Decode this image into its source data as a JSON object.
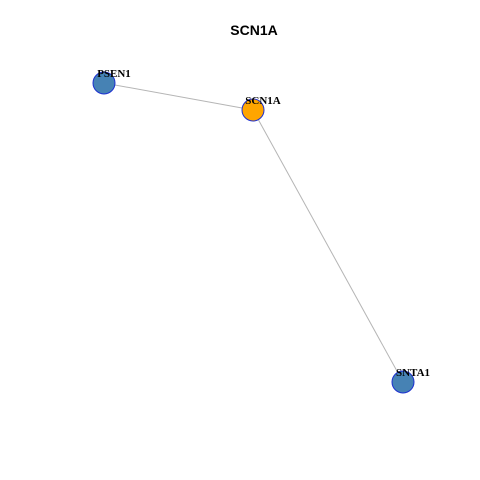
{
  "title": "SCN1A",
  "colors": {
    "focus_node": "#FFA500",
    "neighbor_node": "#4682B4",
    "node_border": "#1C2FD1",
    "edge": "#B5B5B5"
  },
  "nodes": [
    {
      "id": "PSEN1",
      "label": "PSEN1",
      "role": "neighbor"
    },
    {
      "id": "SCN1A",
      "label": "SCN1A",
      "role": "focus"
    },
    {
      "id": "SNTA1",
      "label": "SNTA1",
      "role": "neighbor"
    }
  ],
  "edges": [
    {
      "source": "PSEN1",
      "target": "SCN1A"
    },
    {
      "source": "SCN1A",
      "target": "SNTA1"
    }
  ]
}
